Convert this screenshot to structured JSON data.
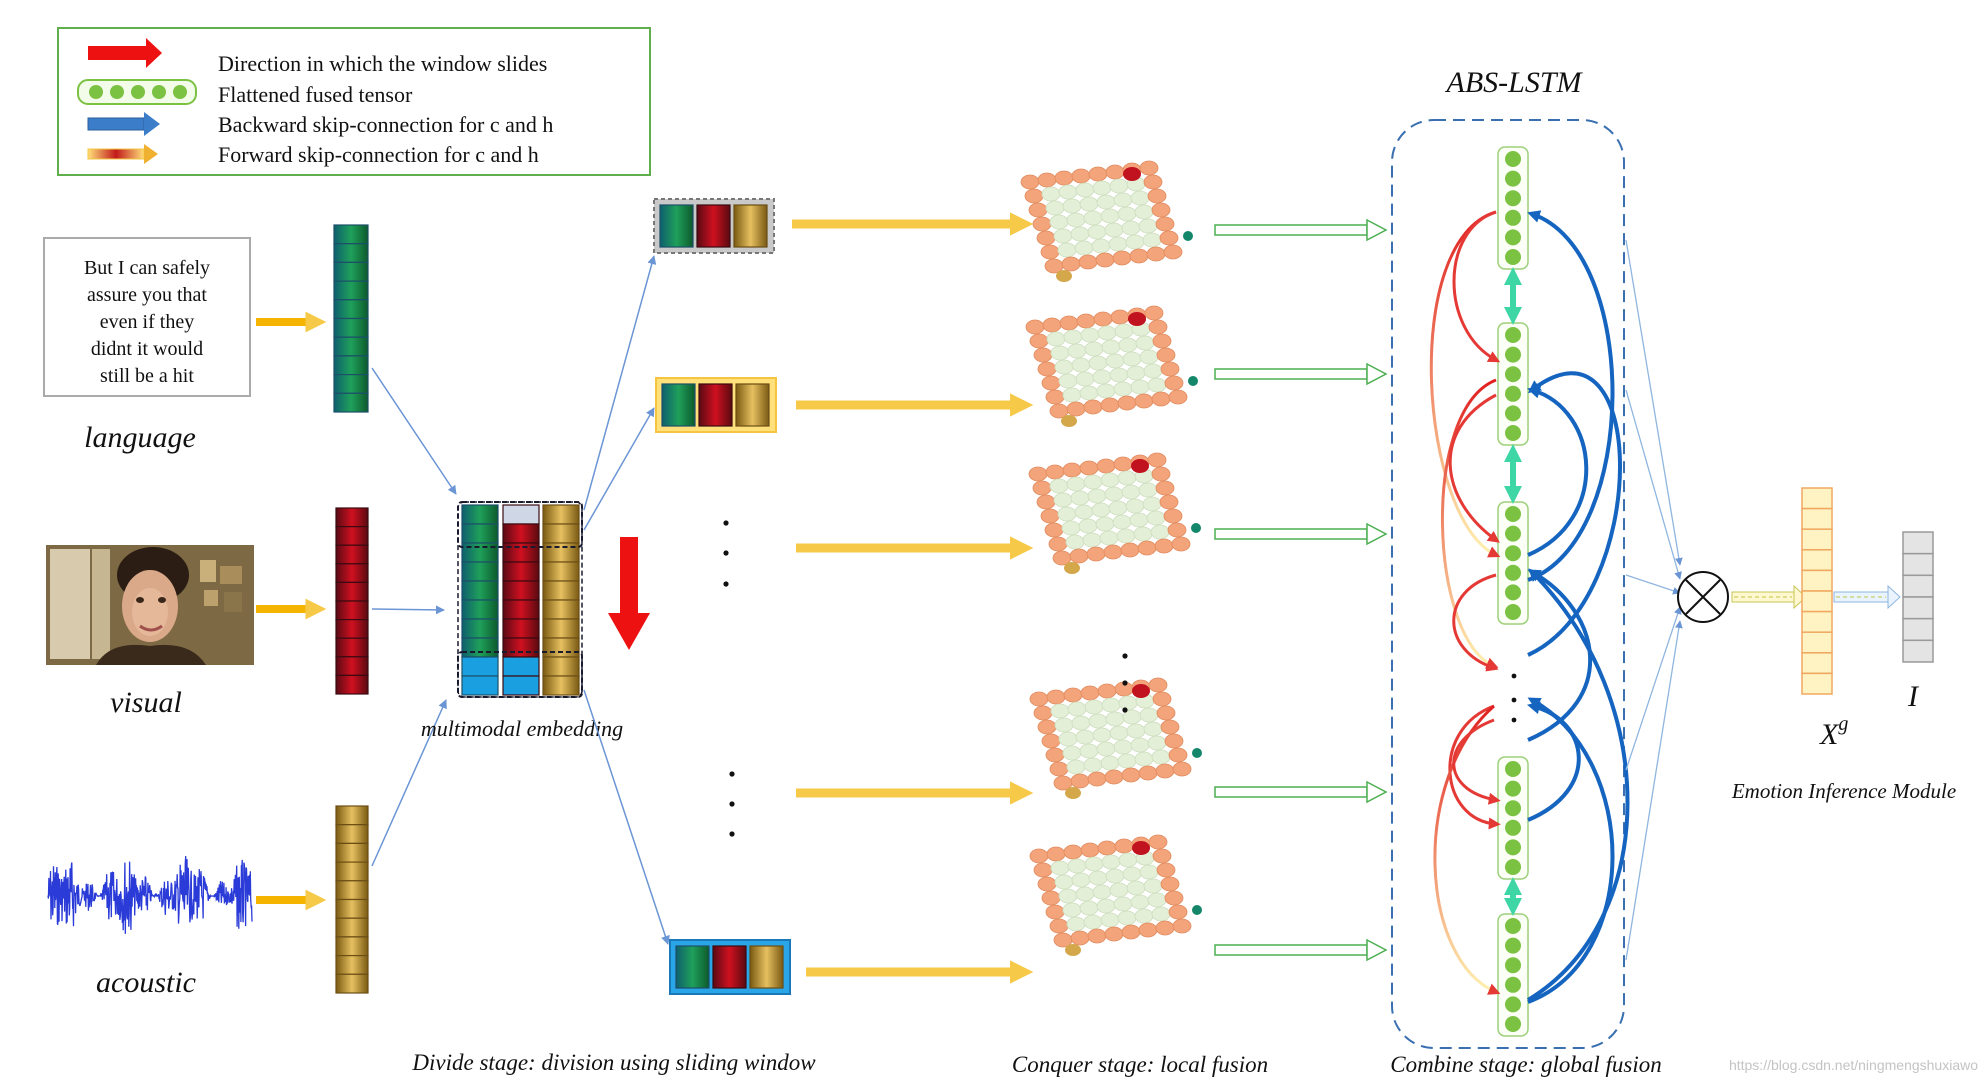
{
  "legend": {
    "items": [
      {
        "text": "Direction in which the window slides",
        "symbol": "red-arrow"
      },
      {
        "text": "Flattened fused tensor",
        "symbol": "green-dots"
      },
      {
        "text": "Backward skip-connection for c and h",
        "symbol": "blue-arrow"
      },
      {
        "text": "Forward skip-connection for c and h",
        "symbol": "red-yellow-arrow"
      }
    ],
    "border_color": "#5fb04c"
  },
  "inputs": {
    "language_text": [
      "But I can safely",
      "assure you that",
      "even if they",
      "didnt it would",
      "still be a hit"
    ],
    "language_label": "language",
    "visual_label": "visual",
    "acoustic_label": "acoustic"
  },
  "embedding_label": "multimodal embedding",
  "abs_lstm_title": "ABS-LSTM",
  "output": {
    "xg_label": "X",
    "xg_sup": "g",
    "i_label": "I",
    "module_label": "Emotion Inference Module"
  },
  "stages": {
    "divide": "Divide stage: division using sliding window",
    "conquer": "Conquer stage: local fusion",
    "combine": "Combine stage: global fusion"
  },
  "watermark": "https://blog.csdn.net/ningmengshuxiawo",
  "colors": {
    "language": "#1f8f5a",
    "visual": "#b01020",
    "acoustic": "#c8a030",
    "window_arrow": "#ee1111",
    "flow_arrow": "#f7c948",
    "lstm_border": "#3a6fb0",
    "green_dot": "#7cc242",
    "backward": "#1565c0",
    "forward": "#e53935",
    "teal": "#3fd6a6",
    "xg_fill": "#fff3c4",
    "xg_border": "#f0a860"
  }
}
